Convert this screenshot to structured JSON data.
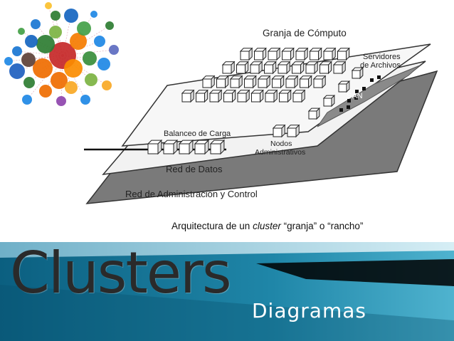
{
  "diagram": {
    "labels": {
      "compute_farm": "Granja de Cómputo",
      "file_servers_line1": "Servidores",
      "file_servers_line2": "de Archivos",
      "san": "SAN",
      "load_balancer": "Balanceo de Carga",
      "admin_nodes_line1": "Nodos",
      "admin_nodes_line2": "Administrativos",
      "data_network": "Red de Datos",
      "admin_network": "Red de Administración y Control"
    },
    "caption": {
      "before": "Arquitectura de un ",
      "italic": "cluster",
      "after": " “granja” o “rancho”"
    }
  },
  "banner": {
    "title": "Clusters",
    "subtitle": "Diagramas"
  },
  "colors": {
    "banner_dark": "#0b5f80",
    "banner_light": "#4fb3cf",
    "gray_plane": "#7a7a7a",
    "san_strip": "#8a8a8a"
  }
}
